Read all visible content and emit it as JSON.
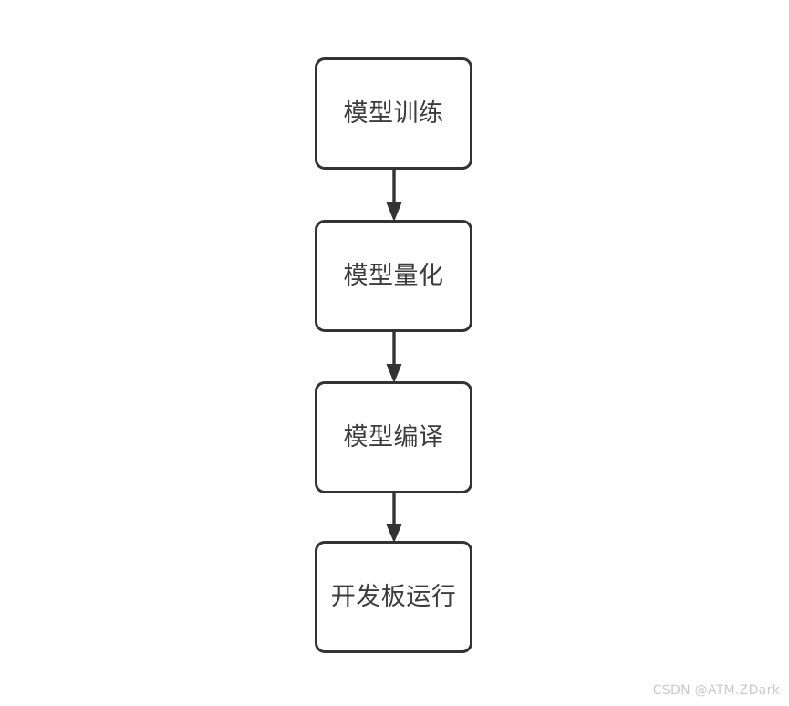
{
  "diagram": {
    "type": "flowchart",
    "orientation": "vertical-top-to-bottom",
    "background_color": "#ffffff",
    "node_border_color": "#333333",
    "node_fill_color": "#ffffff",
    "node_text_color": "#3c3c3c",
    "connector_color": "#333333",
    "nodes": [
      {
        "id": "train",
        "label": "模型训练",
        "shape": "rounded-rectangle"
      },
      {
        "id": "quant",
        "label": "模型量化",
        "shape": "rounded-rectangle"
      },
      {
        "id": "comp",
        "label": "模型编译",
        "shape": "rounded-rectangle"
      },
      {
        "id": "deploy",
        "label": "开发板运行",
        "shape": "rounded-rectangle"
      }
    ],
    "edges": [
      {
        "from": "train",
        "to": "quant",
        "arrow": "filled-triangle",
        "label": ""
      },
      {
        "from": "quant",
        "to": "comp",
        "arrow": "filled-triangle",
        "label": ""
      },
      {
        "from": "comp",
        "to": "deploy",
        "arrow": "filled-triangle",
        "label": ""
      }
    ]
  },
  "watermark": {
    "text": "CSDN @ATM.ZDark",
    "color": "#c9c9c9"
  }
}
